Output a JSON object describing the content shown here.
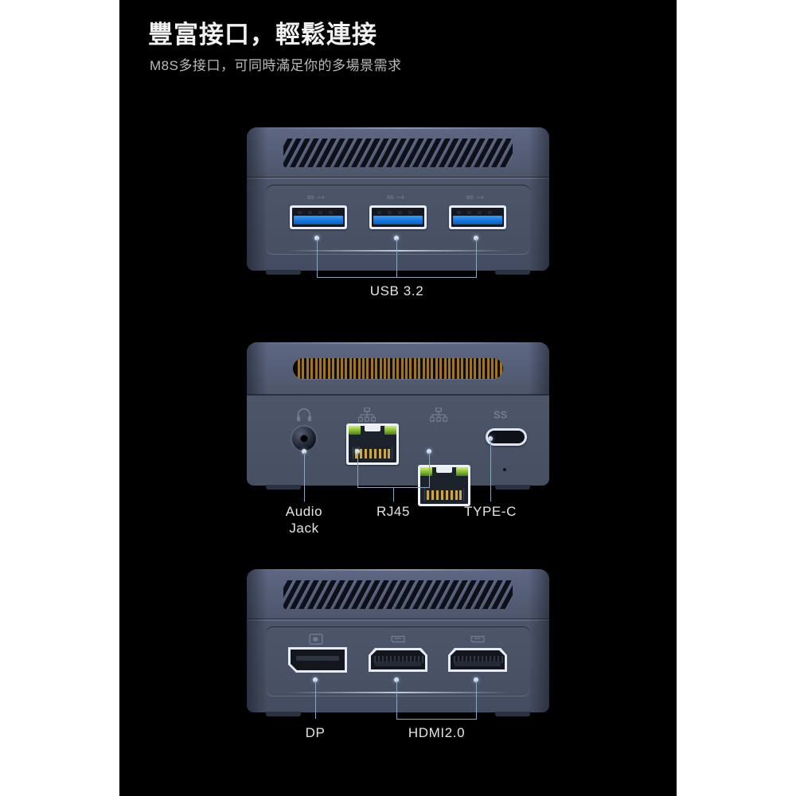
{
  "page": {
    "background": "#ffffff",
    "panel_background": "#000000"
  },
  "header": {
    "title": "豐富接口，輕鬆連接",
    "subtitle": "M8S多接口，可同時滿足你的多場景需求"
  },
  "devices": [
    {
      "id": "device-usb",
      "name": "mini-pc-front-usb",
      "vent_style": "diagonal",
      "ports": [
        {
          "type": "usb-a",
          "icon": "superspeed-icon"
        },
        {
          "type": "usb-a",
          "icon": "superspeed-icon"
        },
        {
          "type": "usb-a",
          "icon": "superspeed-icon"
        }
      ],
      "callouts": [
        {
          "label": "USB 3.2",
          "label_line2": ""
        }
      ]
    },
    {
      "id": "device-rear",
      "name": "mini-pc-rear-network",
      "vent_style": "pill-amber",
      "ports": [
        {
          "type": "audio-jack",
          "icon": "headphone-icon"
        },
        {
          "type": "rj45",
          "icon": "network-icon"
        },
        {
          "type": "rj45",
          "icon": "network-icon"
        },
        {
          "type": "usb-c",
          "icon": "superspeed-icon"
        }
      ],
      "callouts": [
        {
          "label": "Audio",
          "label_line2": "Jack"
        },
        {
          "label": "RJ45",
          "label_line2": ""
        },
        {
          "label": "TYPE-C",
          "label_line2": ""
        }
      ]
    },
    {
      "id": "device-video",
      "name": "mini-pc-rear-video",
      "vent_style": "diagonal",
      "ports": [
        {
          "type": "displayport",
          "icon": "displayport-icon"
        },
        {
          "type": "hdmi",
          "icon": "hdmi-icon"
        },
        {
          "type": "hdmi",
          "icon": "hdmi-icon"
        }
      ],
      "callouts": [
        {
          "label": "DP",
          "label_line2": ""
        },
        {
          "label": "HDMI2.0",
          "label_line2": ""
        }
      ]
    }
  ],
  "labels": {
    "usb32": "USB 3.2",
    "audio_line1": "Audio",
    "audio_line2": "Jack",
    "rj45": "RJ45",
    "typec": "TYPE-C",
    "dp": "DP",
    "hdmi": "HDMI2.0"
  },
  "colors": {
    "chassis": "#4a5468",
    "chassis_top": "#5d6782",
    "usb_blue": "#1277e0",
    "led_green": "#79b52c",
    "vent_amber": "#9e7520",
    "callout_line": "#8fa4bd",
    "title_text": "#f2f2f2",
    "sub_text": "#b9b9b9"
  }
}
